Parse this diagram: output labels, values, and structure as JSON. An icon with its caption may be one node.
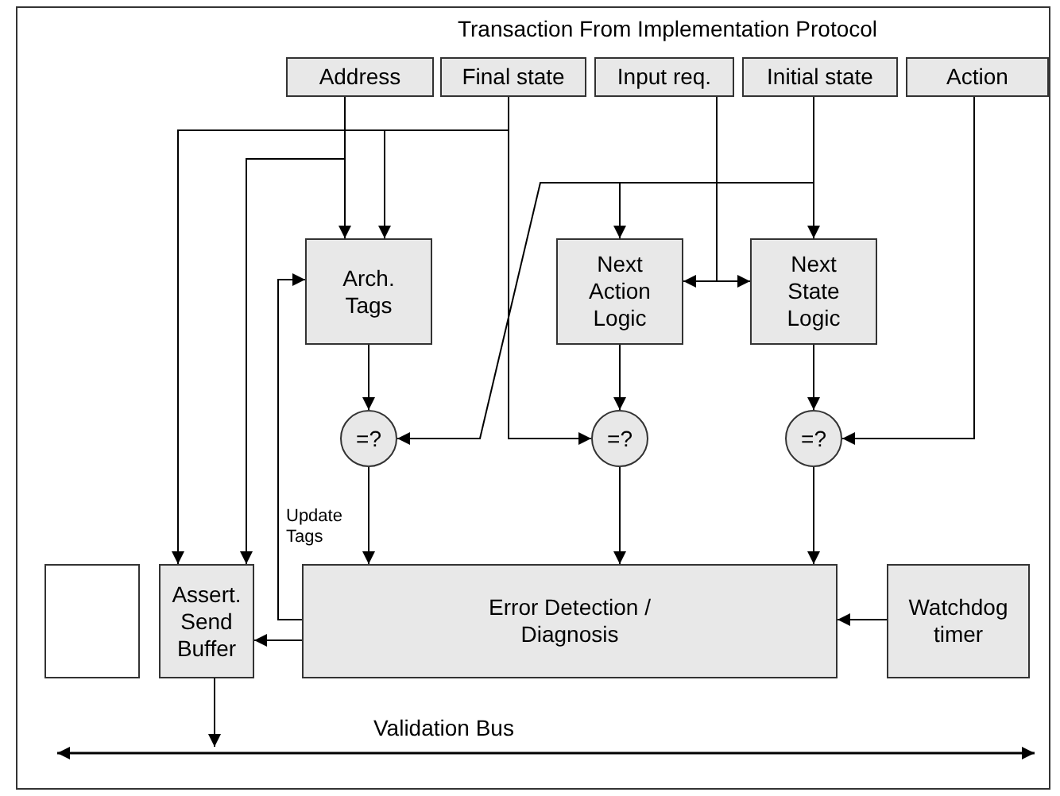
{
  "diagram": {
    "title": "Transaction From Implementation Protocol",
    "nodes": [
      {
        "text": [
          "Address"
        ]
      },
      {
        "text": [
          "Final state"
        ]
      },
      {
        "text": [
          "Input req."
        ]
      },
      {
        "text": [
          "Initial state"
        ]
      },
      {
        "text": [
          "Action"
        ]
      },
      {
        "text": [
          "Arch. Tags"
        ]
      },
      {
        "text": [
          "Next Action Logic"
        ]
      },
      {
        "text": [
          "Next State Logic"
        ]
      },
      {
        "text": [
          "=?"
        ]
      },
      {
        "text": [
          "=?"
        ]
      },
      {
        "text": [
          "=?"
        ]
      },
      {
        "text": [],
        "shape": "box"
      },
      {
        "text": [
          "Assert. Send Buffer"
        ]
      },
      {
        "text": [
          "Error Detection / Diagnosis"
        ]
      },
      {
        "text": [
          "Watchdog timer"
        ]
      },
      {
        "text": [
          "Validation Bus"
        ]
      }
    ],
    "edges": [
      {
        "from": 0,
        "to": 5,
        "arrow": "to"
      },
      {
        "from": 0,
        "to": 12,
        "arrow": "to"
      },
      {
        "from": 1,
        "to": 5,
        "arrow": "to"
      },
      {
        "from": 1,
        "to": 12,
        "arrow": "to"
      },
      {
        "from": 1,
        "to": 9,
        "arrow": "to"
      },
      {
        "from": 2,
        "to": 6,
        "arrow": "to"
      },
      {
        "from": 2,
        "to": 7,
        "arrow": "to"
      },
      {
        "from": 3,
        "to": 6,
        "arrow": "to"
      },
      {
        "from": 3,
        "to": 7,
        "arrow": "to"
      },
      {
        "from": 3,
        "to": 8,
        "arrow": "to"
      },
      {
        "from": 4,
        "to": 10,
        "arrow": "to"
      },
      {
        "from": 5,
        "to": 8,
        "arrow": "to"
      },
      {
        "from": 6,
        "to": 9,
        "arrow": "to"
      },
      {
        "from": 7,
        "to": 10,
        "arrow": "to"
      },
      {
        "from": 8,
        "to": 13,
        "arrow": "to"
      },
      {
        "from": 9,
        "to": 13,
        "arrow": "to"
      },
      {
        "from": 10,
        "to": 13,
        "arrow": "to"
      },
      {
        "from": 13,
        "to": 5,
        "arrow": "to",
        "label": "Update Tags"
      },
      {
        "from": 13,
        "to": 12,
        "arrow": "to"
      },
      {
        "from": 14,
        "to": 13,
        "arrow": "to"
      },
      {
        "from": 12,
        "to": 15,
        "arrow": "to"
      }
    ]
  }
}
